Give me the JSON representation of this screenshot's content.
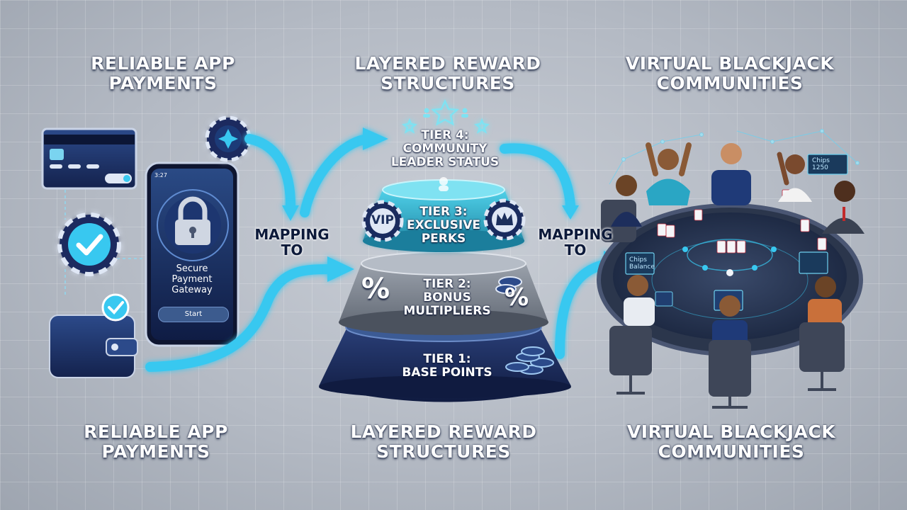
{
  "columns": [
    {
      "line1": "RELIABLE APP",
      "line2": "PAYMENTS"
    },
    {
      "line1": "LAYERED REWARD",
      "line2": "STRUCTURES"
    },
    {
      "line1": "VIRTUAL BLACKJACK",
      "line2": "COMMUNITIES"
    }
  ],
  "mapping": {
    "line1": "MAPPING",
    "line2": "TO"
  },
  "phone": {
    "time": "3:27",
    "line1": "Secure",
    "line2": "Payment",
    "line3": "Gateway",
    "button": "Start"
  },
  "tiers": [
    {
      "l1": "TIER 4:",
      "l2": "COMMUNITY",
      "l3": "LEADER STATUS"
    },
    {
      "l1": "TIER 3:",
      "l2": "EXCLUSIVE",
      "l3": "PERKS"
    },
    {
      "l1": "TIER 2:",
      "l2": "BONUS",
      "l3": "MULTIPLIERS"
    },
    {
      "l1": "TIER 1:",
      "l2": "BASE POINTS",
      "l3": ""
    }
  ],
  "badges": {
    "vip": "VIP",
    "percent": "%"
  },
  "screens": {
    "s1a": "Chips",
    "s1b": "1250",
    "s2a": "Chips",
    "s2b": "Balance"
  },
  "colors": {
    "accent": "#39c8f0",
    "navy": "#1a2b5e",
    "teal": "#2aa6c4"
  },
  "icons": [
    "credit-card-icon",
    "check-chip-icon",
    "wallet-icon",
    "lock-icon",
    "star-chip-icon",
    "vip-chip-icon",
    "crown-chip-icon",
    "percent-icon",
    "chip-stack-icon",
    "star-icon",
    "people-icon"
  ]
}
